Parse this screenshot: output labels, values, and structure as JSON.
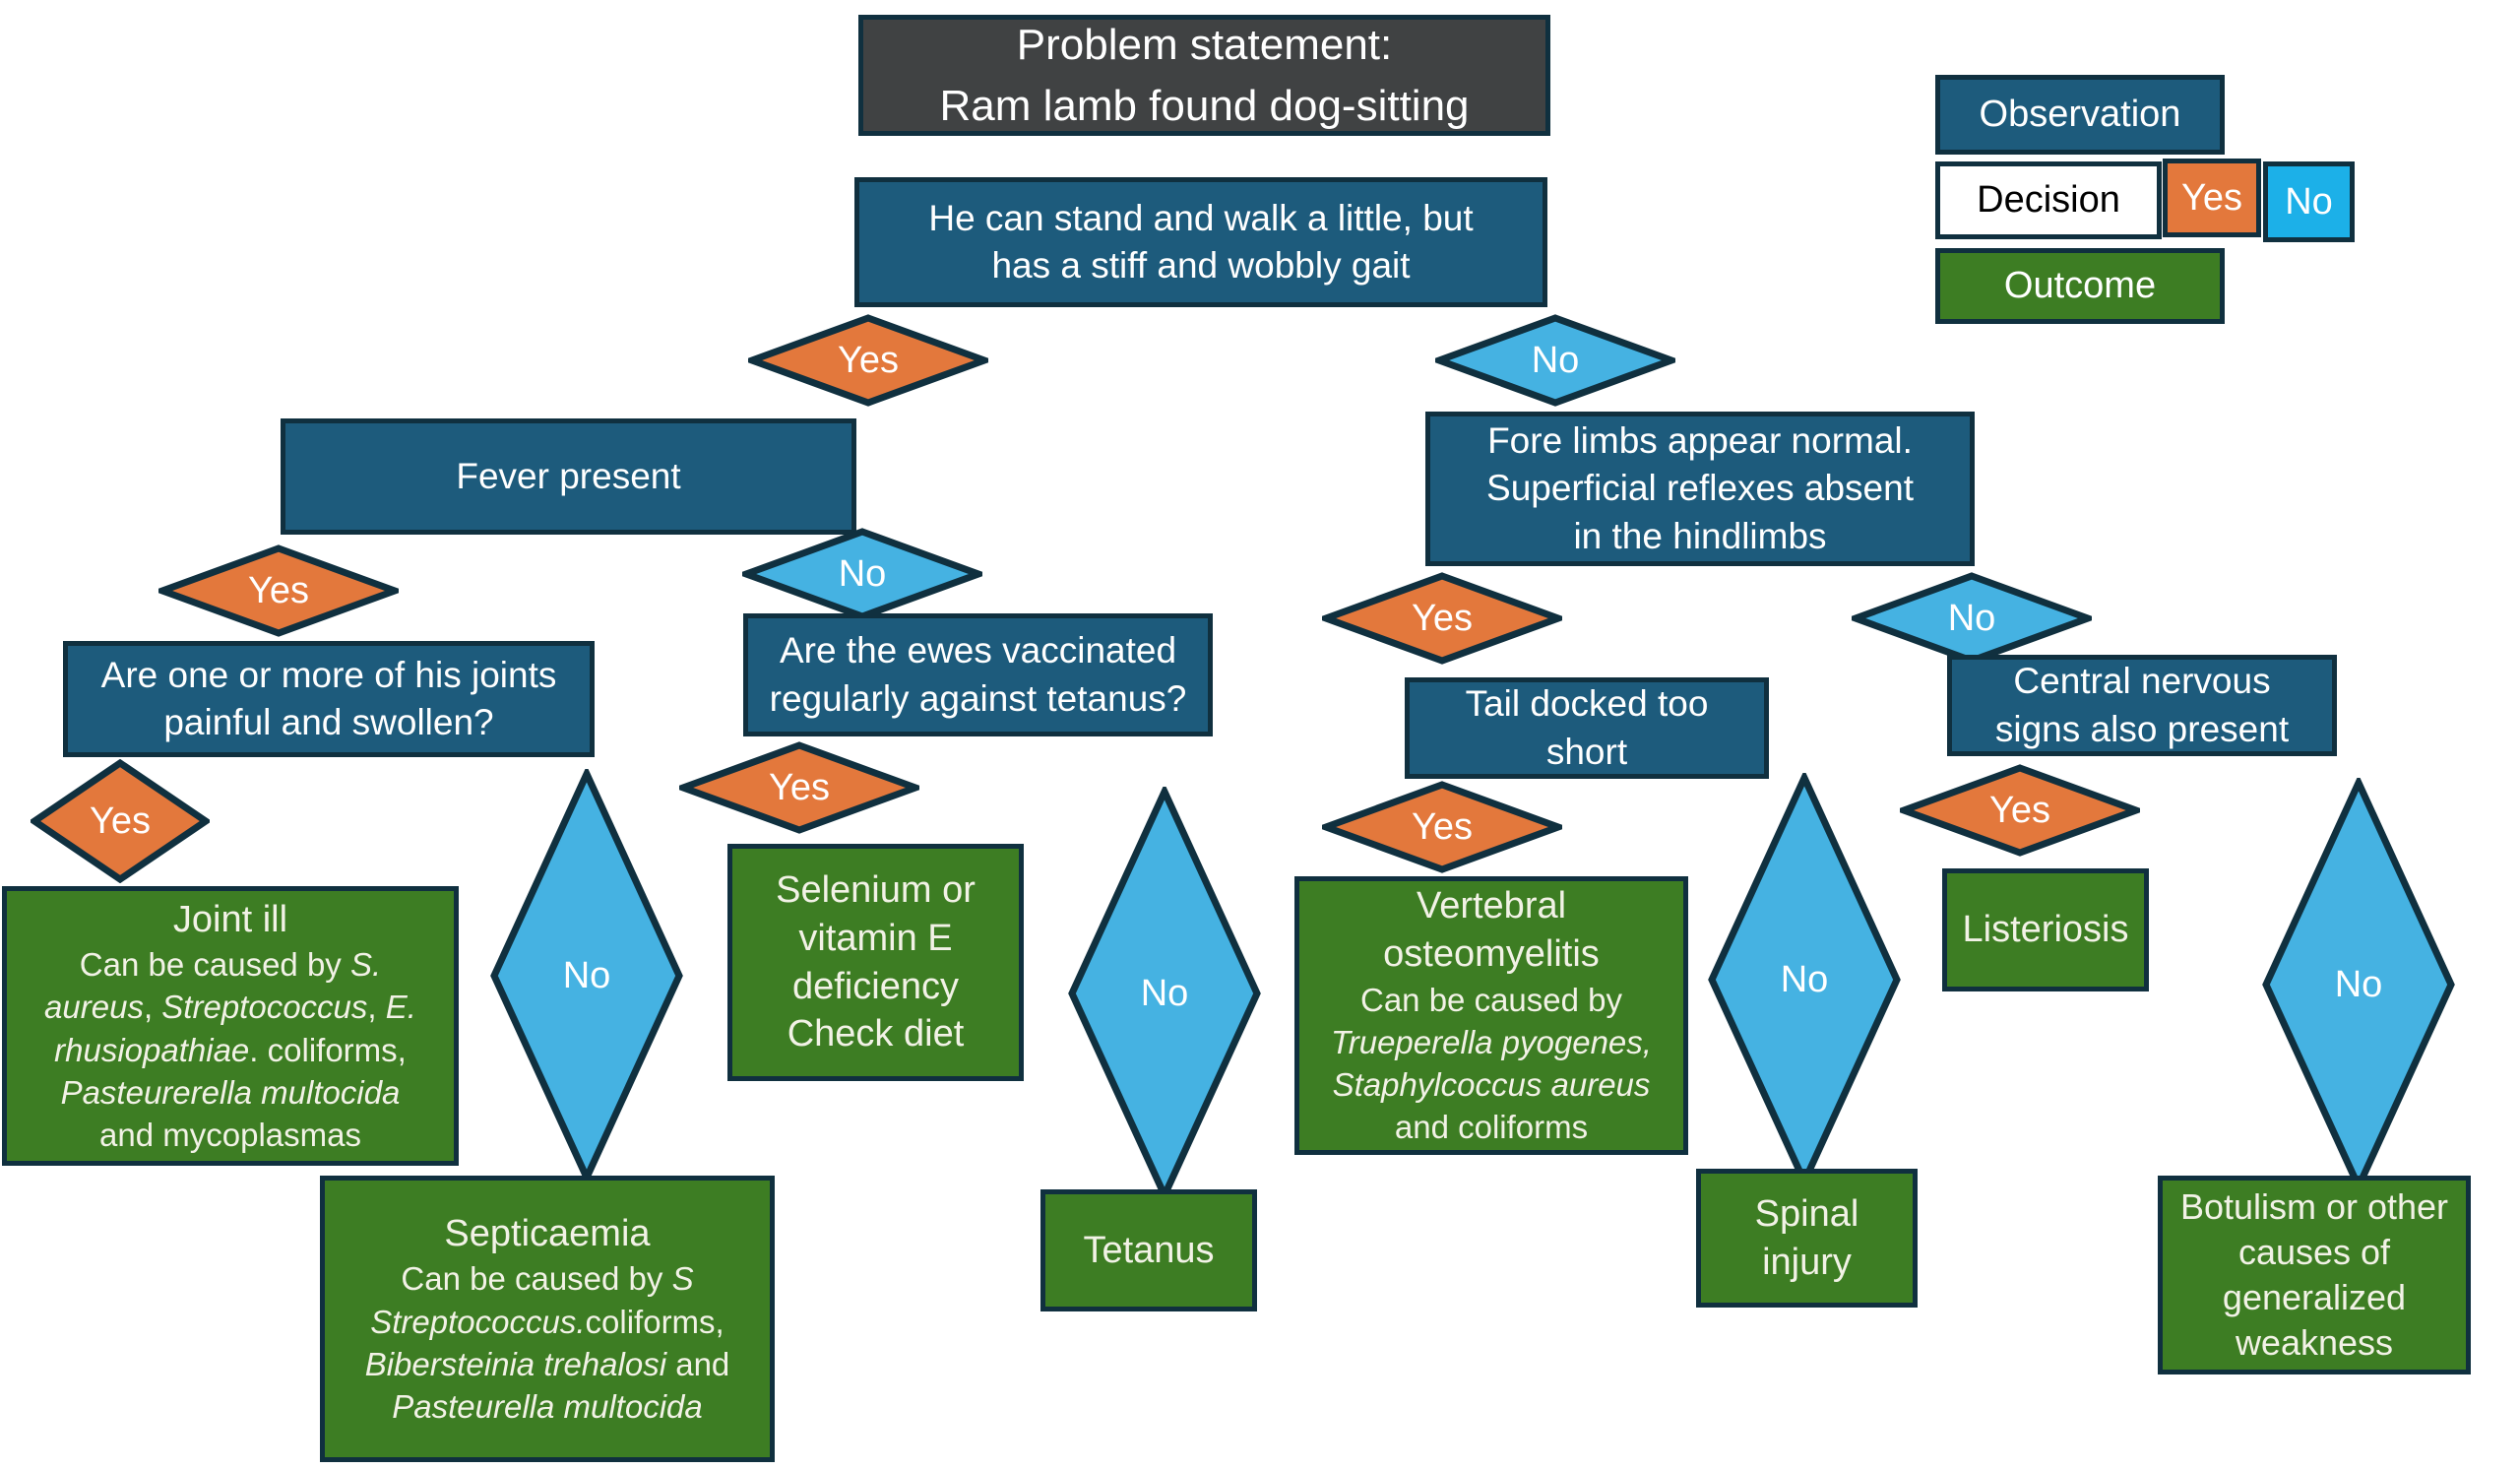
{
  "labels": {
    "yes": "Yes",
    "no": "No"
  },
  "legend": {
    "observation": "Observation",
    "decision": "Decision",
    "yes": "Yes",
    "no": "No",
    "outcome": "Outcome"
  },
  "colors": {
    "observation_fill": "#1D5B7C",
    "outcome_fill": "#3D7D23",
    "yes_fill": "#E3783C",
    "no_diamond_fill": "#45B2E2",
    "legend_no_fill": "#1CB0E8",
    "problem_fill": "#404243",
    "border": "#10303F"
  },
  "problem": {
    "rich": [
      {
        "t": "Problem statement:"
      },
      {
        "br": true
      },
      {
        "t": "Ram lamb found dog-sitting"
      }
    ]
  },
  "nodes": {
    "stand": {
      "rich": [
        {
          "t": "He can stand and walk a little, but"
        },
        {
          "br": true
        },
        {
          "t": "has a stiff and wobbly gait"
        }
      ]
    },
    "fever": {
      "rich": [
        {
          "t": "Fever present"
        }
      ]
    },
    "joints": {
      "rich": [
        {
          "t": "Are one or more of his joints"
        },
        {
          "br": true
        },
        {
          "t": "painful and swollen?"
        }
      ]
    },
    "ewes": {
      "rich": [
        {
          "t": "Are the ewes vaccinated"
        },
        {
          "br": true
        },
        {
          "t": "regularly against tetanus?"
        }
      ]
    },
    "forelimbs": {
      "rich": [
        {
          "t": "Fore limbs appear normal."
        },
        {
          "br": true
        },
        {
          "t": "Superficial reflexes absent"
        },
        {
          "br": true
        },
        {
          "t": "in the hindlimbs"
        }
      ]
    },
    "tail": {
      "rich": [
        {
          "t": "Tail docked too"
        },
        {
          "br": true
        },
        {
          "t": "short"
        }
      ]
    },
    "central": {
      "rich": [
        {
          "t": "Central nervous"
        },
        {
          "br": true
        },
        {
          "t": "signs also present"
        }
      ]
    },
    "joint_ill": {
      "title_rich": [
        {
          "t": "Joint ill"
        }
      ],
      "body_rich": [
        {
          "t": "Can be caused by "
        },
        {
          "t": "S.",
          "i": true
        },
        {
          "br": true
        },
        {
          "t": "aureus",
          "i": true
        },
        {
          "t": ", "
        },
        {
          "t": "Streptococcus",
          "i": true
        },
        {
          "t": ", "
        },
        {
          "t": "E.",
          "i": true
        },
        {
          "br": true
        },
        {
          "t": "rhusiopathiae",
          "i": true
        },
        {
          "t": ". coliforms,"
        },
        {
          "br": true
        },
        {
          "t": "Pasteurerella multocida",
          "i": true
        },
        {
          "br": true
        },
        {
          "t": "and mycoplasmas"
        }
      ]
    },
    "septicaemia": {
      "title_rich": [
        {
          "t": "Septicaemia"
        }
      ],
      "body_rich": [
        {
          "t": "Can be caused by "
        },
        {
          "t": "S",
          "i": true
        },
        {
          "br": true
        },
        {
          "t": "Streptococcus.",
          "i": true
        },
        {
          "t": "coliforms,"
        },
        {
          "br": true
        },
        {
          "t": "Bibersteinia trehalosi",
          "i": true
        },
        {
          "t": " and"
        },
        {
          "br": true
        },
        {
          "t": "Pasteurella multocida",
          "i": true
        }
      ]
    },
    "selenium": {
      "rich": [
        {
          "t": "Selenium or"
        },
        {
          "br": true
        },
        {
          "t": "vitamin E"
        },
        {
          "br": true
        },
        {
          "t": "deficiency"
        },
        {
          "br": true
        },
        {
          "t": "Check diet"
        }
      ]
    },
    "tetanus": {
      "rich": [
        {
          "t": "Tetanus"
        }
      ]
    },
    "vertebral": {
      "title_rich": [
        {
          "t": "Vertebral"
        },
        {
          "br": true
        },
        {
          "t": "osteomyelitis"
        }
      ],
      "body_rich": [
        {
          "t": "Can be caused by"
        },
        {
          "br": true
        },
        {
          "t": "Trueperella pyogenes,",
          "i": true
        },
        {
          "br": true
        },
        {
          "t": "Staphylcoccus aureus",
          "i": true
        },
        {
          "br": true
        },
        {
          "t": "and coliforms"
        }
      ]
    },
    "spinal": {
      "rich": [
        {
          "t": "Spinal"
        },
        {
          "br": true
        },
        {
          "t": "injury"
        }
      ]
    },
    "listeriosis": {
      "rich": [
        {
          "t": "Listeriosis"
        }
      ]
    },
    "botulism": {
      "rich": [
        {
          "t": "Botulism or other"
        },
        {
          "br": true
        },
        {
          "t": "causes of"
        },
        {
          "br": true
        },
        {
          "t": "generalized"
        },
        {
          "br": true
        },
        {
          "t": "weakness"
        }
      ]
    }
  }
}
